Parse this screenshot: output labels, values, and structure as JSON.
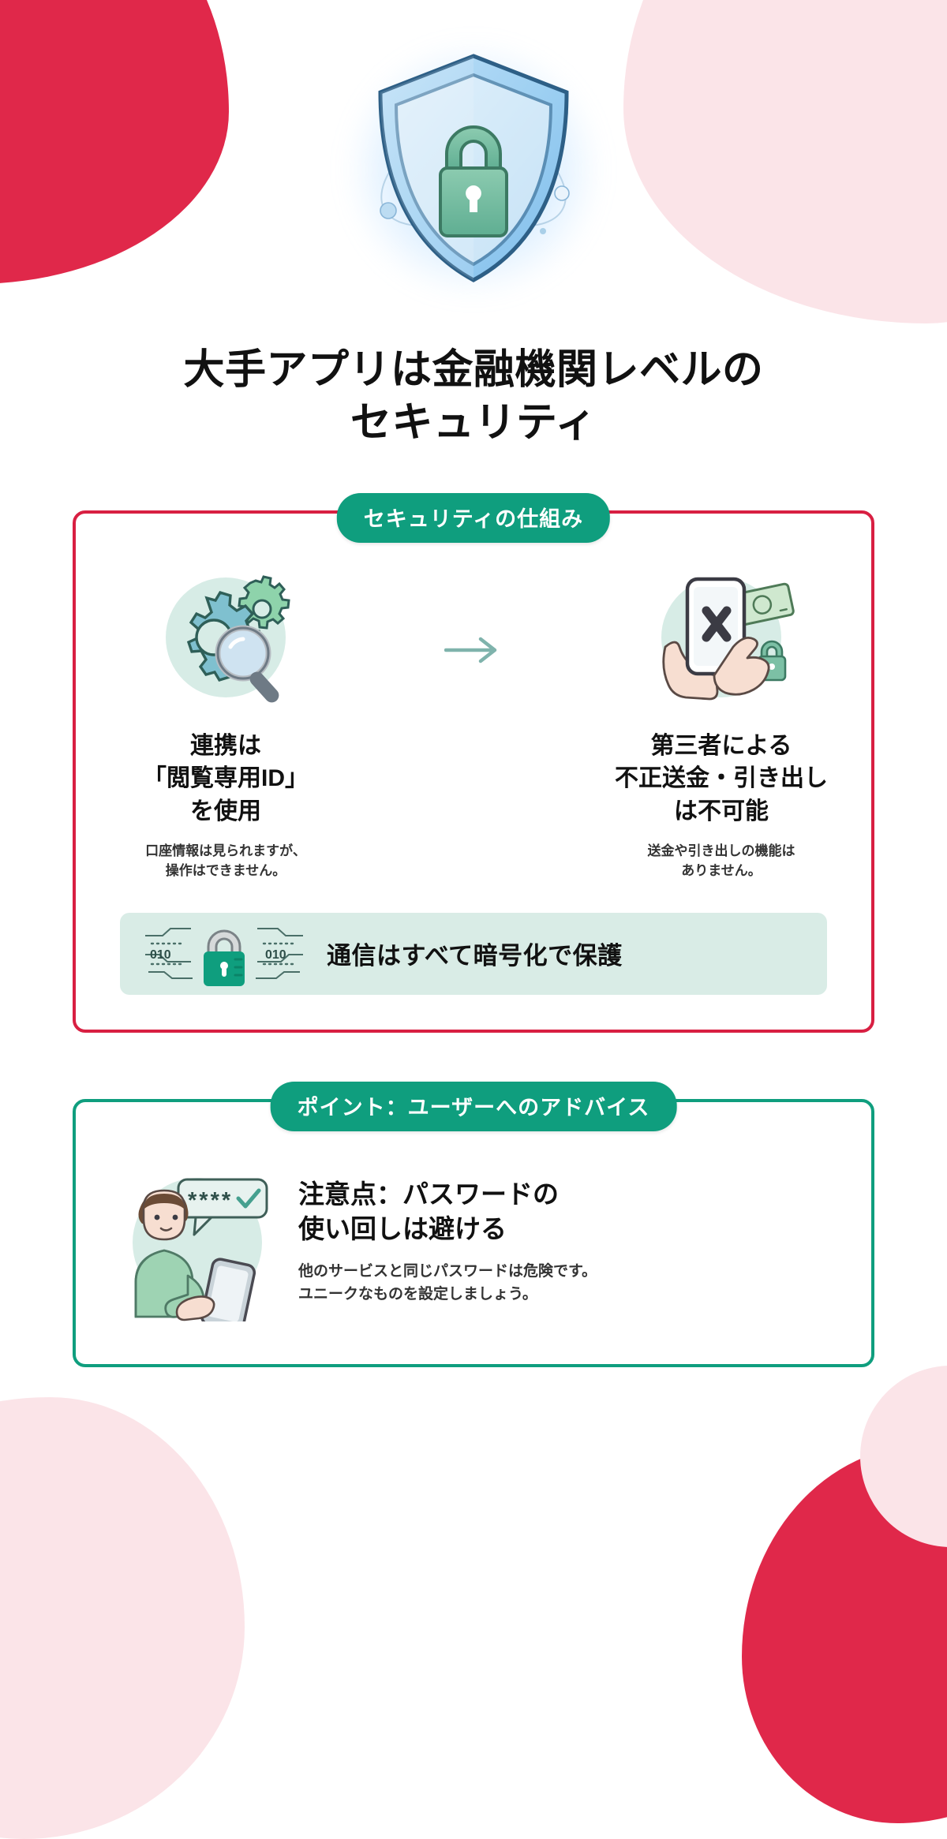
{
  "hero": {
    "icon": "shield-lock-icon"
  },
  "title": {
    "line1": "大手アプリは金融機関レベルの",
    "line2": "セキュリティ"
  },
  "card_mechanism": {
    "badge": "セキュリティの仕組み",
    "columns": [
      {
        "icon": "gears-magnifier-icon",
        "heading_line1": "連携は",
        "heading_line2": "「閲覧専用ID」",
        "heading_line3": "を使用",
        "note_line1": "口座情報は見られますが、",
        "note_line2": "操作はできません。"
      },
      {
        "icon": "phone-blocked-transfer-icon",
        "heading_line1": "第三者による",
        "heading_line2": "不正送金・引き出し",
        "heading_line3": "は不可能",
        "note_line1": "送金や引き出しの機能は",
        "note_line2": "ありません。"
      }
    ],
    "arrow_icon": "arrow-right-icon",
    "strip": {
      "icon": "encrypted-lock-icon",
      "binary_left": "010",
      "binary_right": "010",
      "text": "通信はすべて暗号化で保護"
    }
  },
  "card_advice": {
    "badge": "ポイント：ユーザーへのアドバイス",
    "icon": "person-phone-password-icon",
    "password_mask": "****",
    "heading_line1": "注意点：パスワードの",
    "heading_line2": "使い回しは避ける",
    "note_line1": "他のサービスと同じパスワードは危険です。",
    "note_line2": "ユニークなものを設定しましょう。"
  },
  "colors": {
    "accent_red": "#d81f42",
    "accent_green": "#0f9e7e",
    "strip_bg": "#d9ece6",
    "blob_pink": "#fbe4e8",
    "shield_blue": "#5ea8e0",
    "lock_green": "#6fbf9f"
  }
}
